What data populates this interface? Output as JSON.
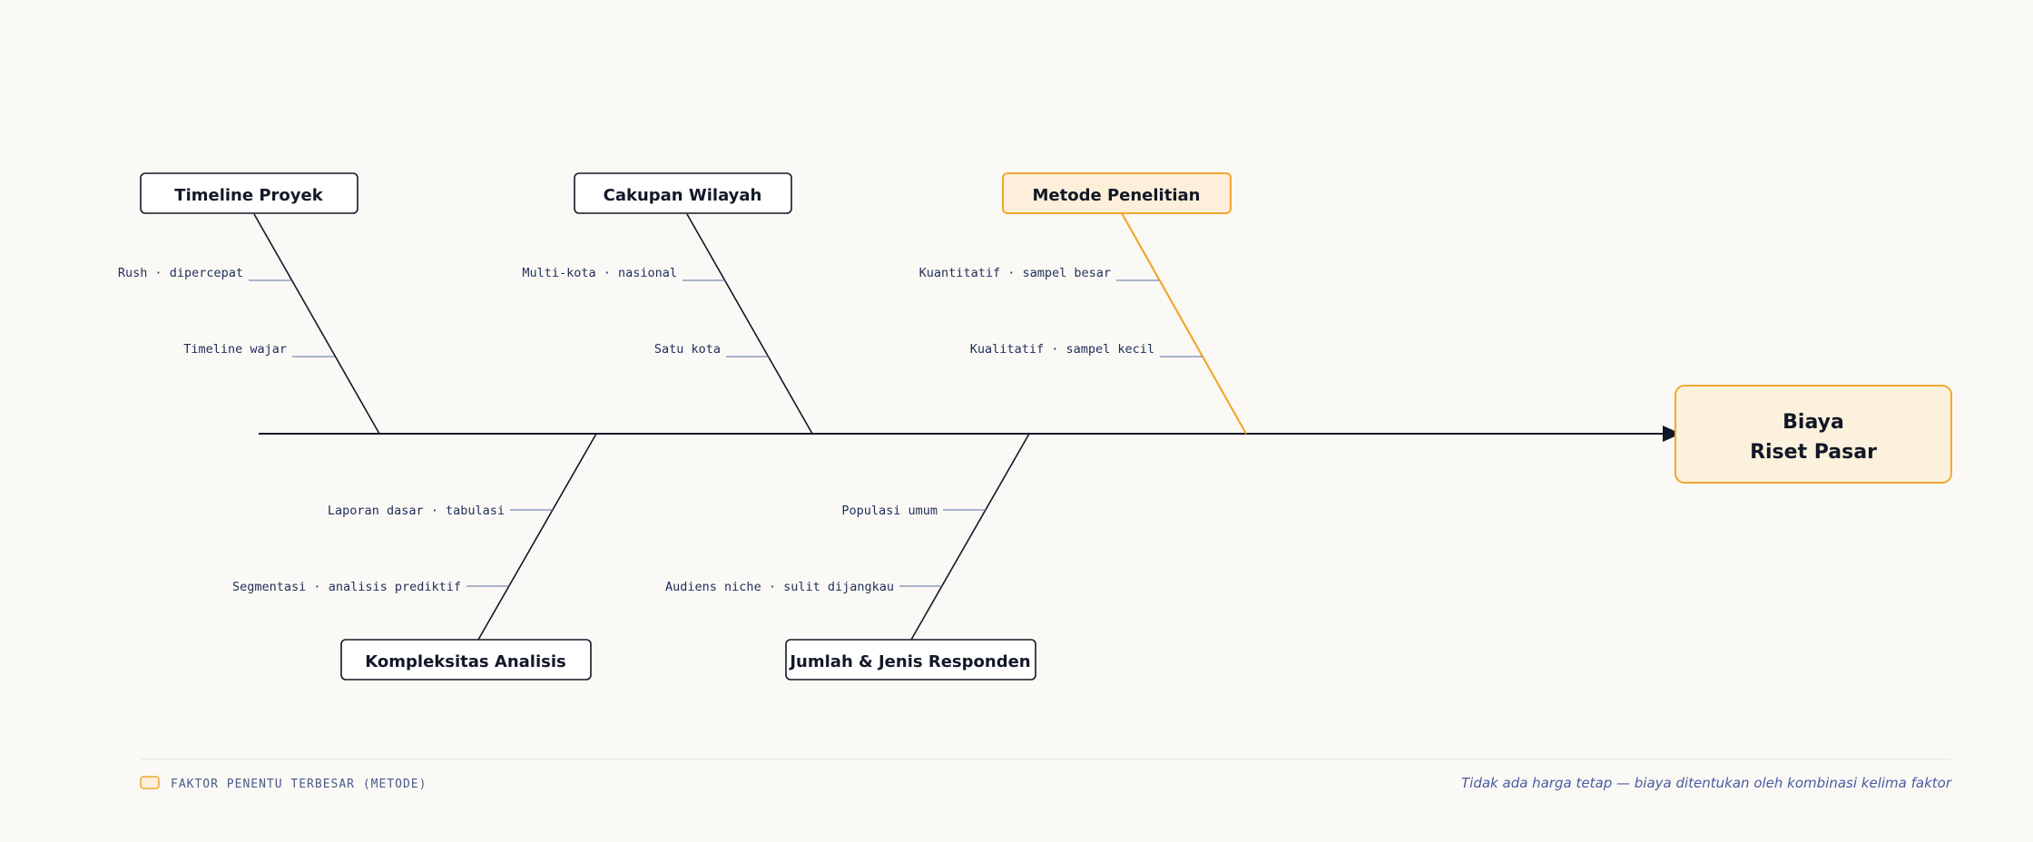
{
  "effect": {
    "line1": "Biaya",
    "line2": "Riset Pasar"
  },
  "causes": {
    "timeline": {
      "label": "Timeline Proyek",
      "sub1": "Rush · dipercepat",
      "sub2": "Timeline wajar"
    },
    "wilayah": {
      "label": "Cakupan Wilayah",
      "sub1": "Multi-kota · nasional",
      "sub2": "Satu kota"
    },
    "metode": {
      "label": "Metode Penelitian",
      "sub1": "Kuantitatif · sampel besar",
      "sub2": "Kualitatif · sampel kecil"
    },
    "analisis": {
      "label": "Kompleksitas Analisis",
      "sub1": "Laporan dasar · tabulasi",
      "sub2": "Segmentasi · analisis prediktif"
    },
    "responden": {
      "label": "Jumlah & Jenis Responden",
      "sub1": "Populasi umum",
      "sub2": "Audiens niche · sulit dijangkau"
    }
  },
  "legend": {
    "label": "FAKTOR PENENTU TERBESAR (METODE)"
  },
  "footnote": "Tidak ada harga tetap — biaya ditentukan oleh kombinasi kelima faktor",
  "colors": {
    "highlight": "#f0a830",
    "highlight_fill": "#fdefd9",
    "effect_fill": "#fcf1dc",
    "line": "#111827",
    "sub_tick": "#5a6aa8"
  }
}
